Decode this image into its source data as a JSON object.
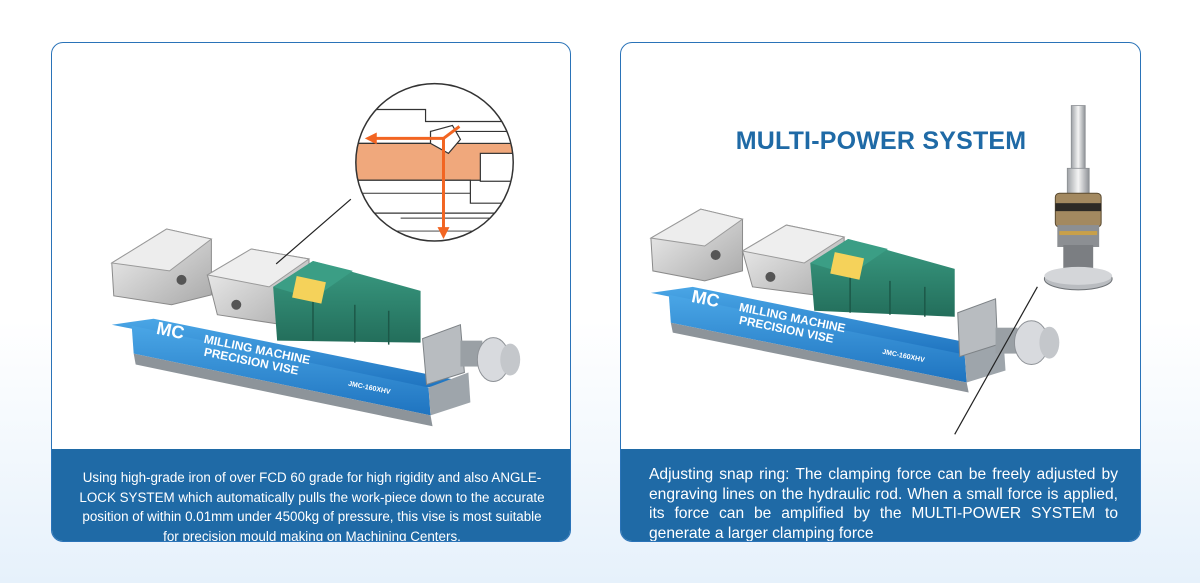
{
  "left_panel": {
    "vise": {
      "brand": "MC",
      "line1": "MILLING MACHINE",
      "line2": "PRECISION VISE",
      "model": "JMC-160XHV"
    },
    "caption": "Using high-grade iron of over FCD 60 grade for high rigidity and also ANGLE-LOCK SYSTEM which automatically pulls the work-piece down to the accurate position of within 0.01mm under 4500kg of pressure, this vise is most suitable for precision mould making on Machining Centers."
  },
  "right_panel": {
    "heading": "MULTI-POWER SYSTEM",
    "vise": {
      "brand": "MC",
      "line1": "MILLING MACHINE",
      "line2": "PRECISION VISE",
      "model": "JMC-160XHV"
    },
    "caption": "Adjusting snap ring: The clamping force can be freely adjusted by engraving lines on the hydraulic rod. When a small force is applied, its force can be amplified by the MULTI-POWER SYSTEM  to generate a larger clamping force"
  },
  "colors": {
    "brand_blue": "#1f6aa6",
    "jaw_green": "#2e8a72",
    "arrow_orange": "#f26522"
  }
}
